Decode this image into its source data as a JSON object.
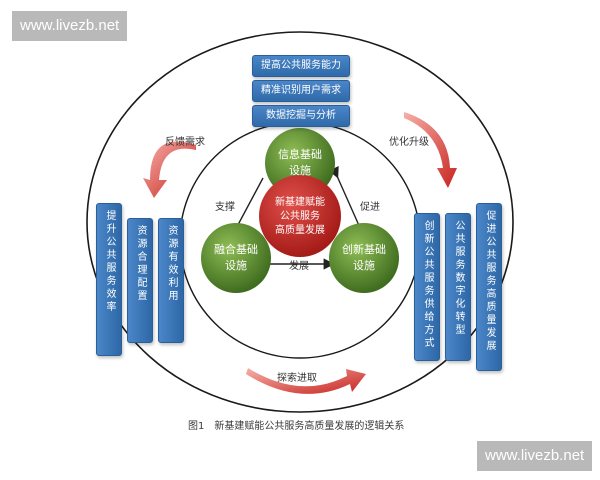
{
  "watermark": "www.livezb.net",
  "top_boxes": [
    "提高公共服务能力",
    "精准识别用户需求",
    "数据挖掘与分析"
  ],
  "arrows": {
    "left": "反馈需求",
    "right": "优化升级",
    "bottom": "探索进取"
  },
  "left_columns": [
    "提升公共服务效率",
    "资源合理配置",
    "资源有效利用"
  ],
  "right_columns": [
    "创新公共服务供给方式",
    "公共服务数字化转型",
    "促进公共服务高质量发展"
  ],
  "circles": {
    "top": [
      "信息基础",
      "设施"
    ],
    "left": [
      "融合基础",
      "设施"
    ],
    "right": [
      "创新基础",
      "设施"
    ],
    "center": [
      "新基建赋能",
      "公共服务",
      "高质量发展"
    ]
  },
  "relations": {
    "left": "支撑",
    "right": "促进",
    "bottom": "发展"
  },
  "caption": "图1　新基建赋能公共服务高质量发展的逻辑关系",
  "colors": {
    "blue": "#2f6aaa",
    "green": "#4f7d2a",
    "red": "#c42a26",
    "arrow_red": "#c8231f"
  }
}
